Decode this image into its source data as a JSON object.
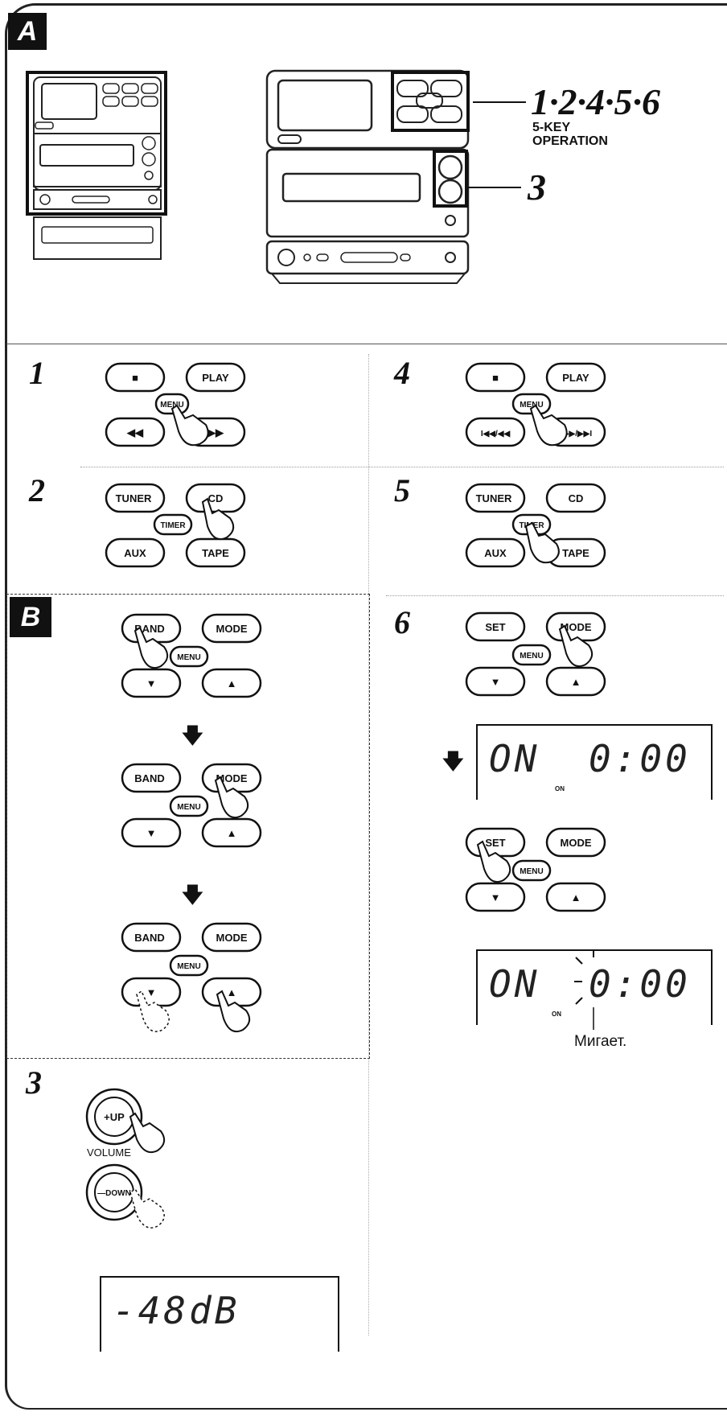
{
  "section_a": {
    "tag": "A",
    "device_label_numbers": "1·2·4·5·6",
    "device_label_line1": "5-KEY",
    "device_label_line2": "OPERATION",
    "device_label_knobs": "3"
  },
  "steps": {
    "s1": {
      "num": "1",
      "buttons": [
        "■",
        "PLAY",
        "MENU",
        "◀◀",
        "▶▶"
      ]
    },
    "s2": {
      "num": "2",
      "buttons": [
        "TUNER",
        "CD",
        "TIMER",
        "AUX",
        "TAPE"
      ]
    },
    "s4": {
      "num": "4",
      "buttons": [
        "■",
        "PLAY",
        "MENU",
        "I◀◀/◀◀",
        "▶▶/▶▶I"
      ]
    },
    "s5": {
      "num": "5",
      "buttons": [
        "TUNER",
        "CD",
        "TIMER",
        "AUX",
        "TAPE"
      ]
    },
    "s6": {
      "num": "6",
      "buttons": [
        "SET",
        "MODE",
        "MENU",
        "▼",
        "▲"
      ]
    },
    "s3": {
      "num": "3",
      "volume_label": "VOLUME",
      "up_label": "+UP",
      "down_label": "—DOWN"
    }
  },
  "section_b": {
    "tag": "B",
    "buttons": [
      "BAND",
      "MODE",
      "MENU",
      "▼",
      "▲"
    ]
  },
  "displays": {
    "timer_on_1": {
      "left": "ON",
      "right": "0:00",
      "indicator": "ON"
    },
    "timer_on_2": {
      "left": "ON",
      "right": "0:00",
      "indicator": "ON"
    },
    "blink_caption": "Мигает.",
    "volume": {
      "text": "-48dB"
    }
  },
  "icons": [
    "pointing-hand-icon",
    "down-arrow-icon",
    "stereo-system-icon"
  ]
}
